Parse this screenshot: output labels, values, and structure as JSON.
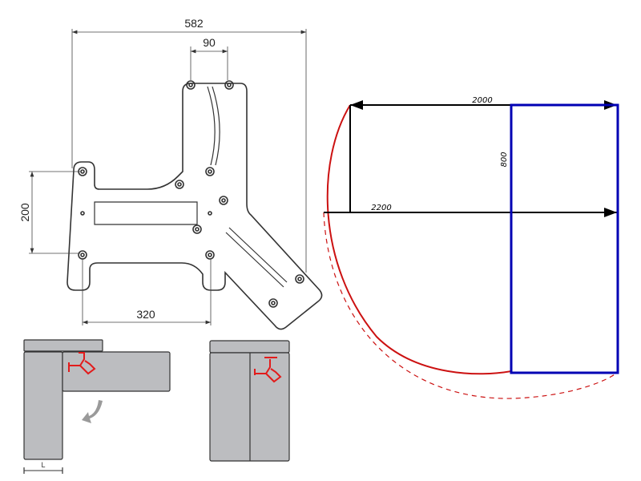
{
  "bracket_drawing": {
    "dimensions": {
      "overall_width": "582",
      "slot_width": "90",
      "height": "200",
      "base_width": "320"
    }
  },
  "usage_sketches": {
    "length_label": "L"
  },
  "layout_plan": {
    "dimensions": {
      "top": "2000",
      "vertical": "800",
      "bottom": "2200"
    },
    "colors": {
      "sofa_outline": "#0000b4",
      "swing_arc": "#cc1111",
      "lines": "#000000"
    }
  }
}
